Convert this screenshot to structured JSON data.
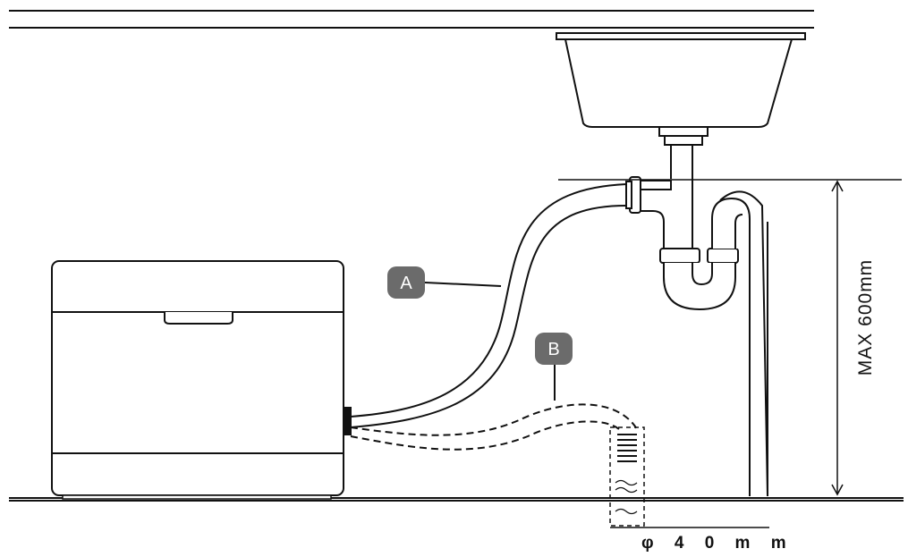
{
  "labels": {
    "callout_a": "A",
    "callout_b": "B",
    "max_height": "MAX 600mm",
    "pipe_diameter": "φ 4 0 m m"
  },
  "colors": {
    "line": "#111111",
    "callout_fill": "#6b6b6b",
    "callout_text": "#ffffff",
    "background": "#ffffff"
  }
}
